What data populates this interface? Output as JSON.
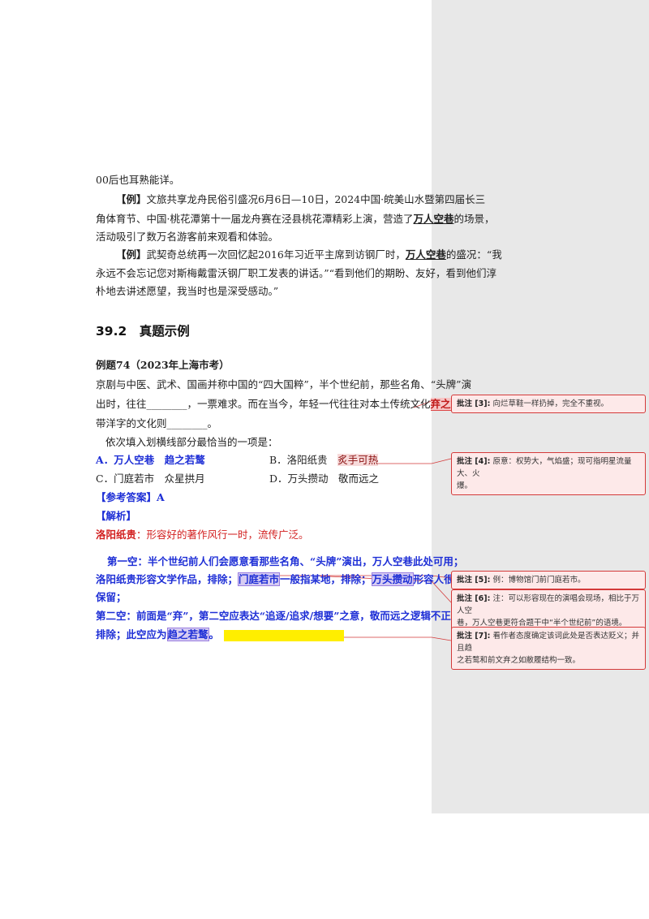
{
  "body": {
    "line1": "00后也耳熟能详。",
    "ex1": {
      "tag": "【例】",
      "l1": "文旅共享龙舟民俗引盛况6月6日—10日，2024中国·皖美山水暨第四届长三",
      "l2a": "角体育节、中国·桃花潭第十一届龙舟赛在泾县桃花潭精彩上演，营造了",
      "l2key": "万人空巷",
      "l2b": "的场景，",
      "l3": "活动吸引了数万名游客前来观看和体验。"
    },
    "ex2": {
      "tag": "【例】",
      "l1a": "武契奇总统再一次回忆起2016年习近平主席到访钢厂时，",
      "l1key": "万人空巷",
      "l1b": "的盛况：“我",
      "l2": "永远不会忘记您对斯梅戴雷沃钢厂职工发表的讲话。”“看到他们的期盼、友好，看到他们淳",
      "l3": "朴地去讲述愿望，我当时也是深受感动。”"
    }
  },
  "section": {
    "heading": "39.2　真题示例"
  },
  "question": {
    "title": "例题74（2023年上海市考）",
    "s1": "京剧与中医、武术、国画并称中国的“四大国粹”，半个世纪前，那些名角、“头牌”演",
    "s2a": "出时，往往________，一票难求。而在当今，年轻一代往往对本土传统文化",
    "s2key": "弃之如敝履",
    "s2b": "，对",
    "s3": "带洋字的文化则________。",
    "prompt": "依次填入划横线部分最恰当的一项是：",
    "opt_a": "A．万人空巷　趋之若鹜",
    "opt_b_prefix": "B．洛阳纸贵　",
    "opt_b_key": "炙手可热",
    "opt_c": "C．门庭若市　众星拱月",
    "opt_d": "D．万头攒动　敬而远之",
    "answer": "【参考答案】A",
    "analysis_label": "【解析】",
    "term": "洛阳纸贵",
    "term_def": "：形容好的著作风行一时，流传广泛。",
    "p1": "第一空：半个世纪前人们会愿意看那些名角、“头牌”演出，万人空巷此处可用；",
    "p2a": "洛阳纸贵形容文学作品，排除；",
    "p2key1": "门庭若市",
    "p2b": "一般指某地，排除；",
    "p2key2": "万头攒动",
    "p2c": "形容人很多，可以",
    "p3": "保留；",
    "p4": "第二空：前面是“弃”，第二空应表达“追逐/追求/想要”之意，敬而远之逻辑不正确，",
    "p5a": "排除；此空应为",
    "p5key": "趋之若鹜",
    "p5b": "。"
  },
  "comments": [
    {
      "label": "批注 [3]:",
      "text": "向烂草鞋一样扔掉，完全不重视。"
    },
    {
      "label": "批注 [4]:",
      "text": "原意：权势大，气焰盛；现可指明星流量大、火",
      "text2": "爆。"
    },
    {
      "label": "批注 [5]:",
      "text": "例：博物馆门前门庭若市。"
    },
    {
      "label": "批注 [6]:",
      "text": "注：可以形容现在的演唱会现场，相比于万人空",
      "text2": "巷，万人空巷更符合题干中“半个世纪前”的语境。"
    },
    {
      "label": "批注 [7]:",
      "text": "看作者态度确定该词此处是否表达贬义；并且趋",
      "text2": "之若鹜和前文弃之如敝履结构一致。"
    }
  ],
  "colors": {
    "comment_border": "#d43a3a",
    "comment_bg": "#fde9e9",
    "answer_blue": "#1e2fd6",
    "term_red": "#d21f1f"
  }
}
